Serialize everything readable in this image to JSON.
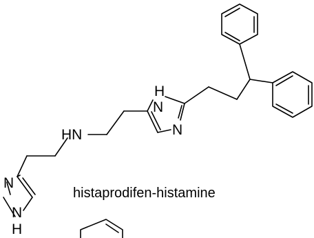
{
  "diagram": {
    "atoms": {
      "h_top": "H",
      "n_top": "N",
      "n_imid_right": "N",
      "hn_amine": "HN",
      "n_imid_left": "N",
      "n_imid_bottom": "N",
      "h_bottom": "H"
    },
    "caption": "histaprodifen-histamine"
  }
}
